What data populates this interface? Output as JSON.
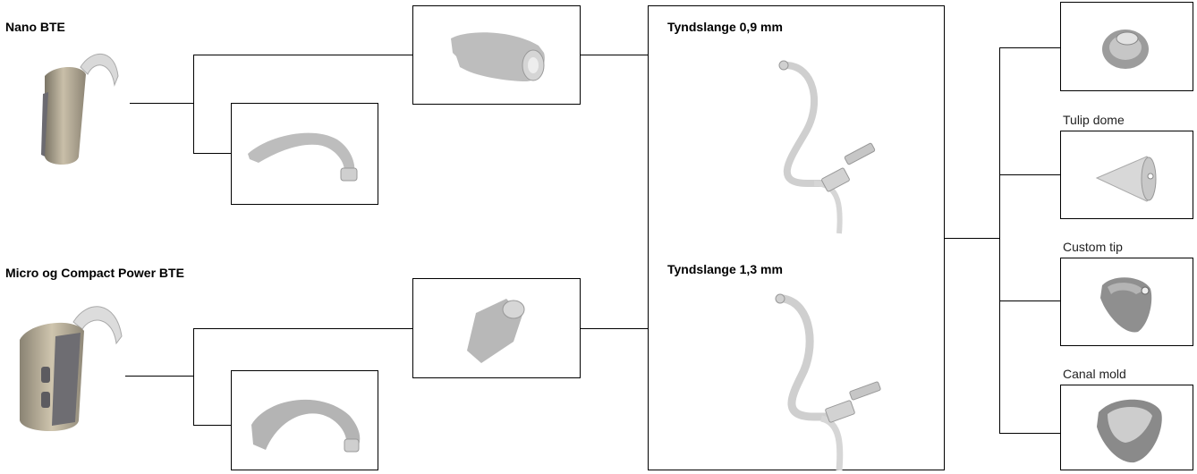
{
  "sections": {
    "nano_bte": {
      "title": "Nano BTE"
    },
    "micro_bte": {
      "title": "Micro og Compact Power BTE"
    }
  },
  "tubes": {
    "thin_09": {
      "title": "Tyndslange 0,9 mm"
    },
    "thin_13": {
      "title": "Tyndslange 1,3 mm"
    }
  },
  "ear_pieces": [
    {
      "label": ""
    },
    {
      "label": "Tulip dome"
    },
    {
      "label": "Custom tip"
    },
    {
      "label": "Canal mold"
    }
  ],
  "colors": {
    "line": "#000000",
    "device_body": "#b7ac96",
    "device_dark": "#6b6a70",
    "part_gray": "#b9b9b9"
  }
}
